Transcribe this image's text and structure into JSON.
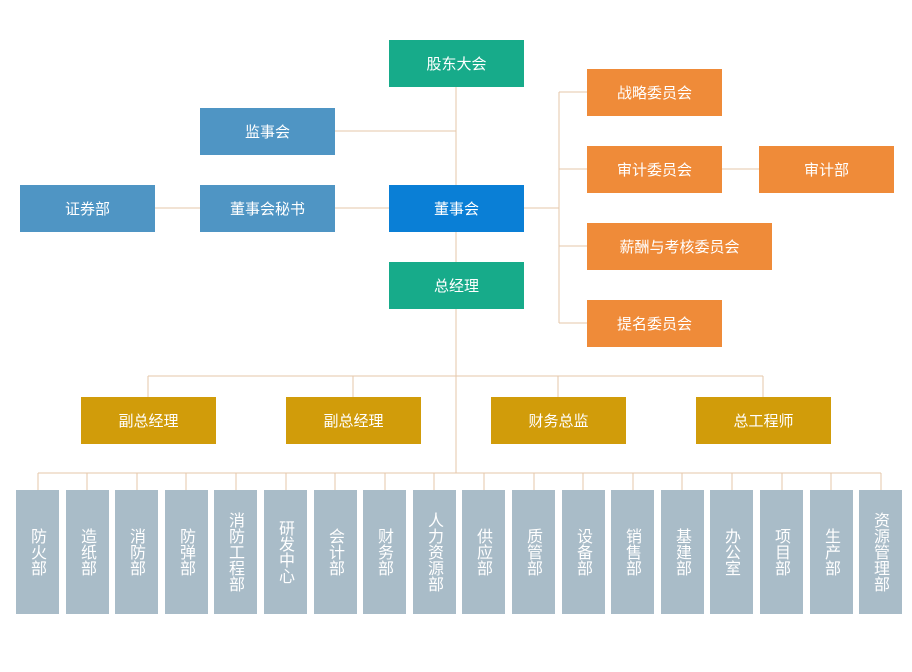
{
  "colors": {
    "line": "#e6c7aa",
    "governance": "#17ab8a",
    "board": "#0a7fd6",
    "support": "#4f95c4",
    "committee": "#ef8b39",
    "executive": "#d19c0a",
    "department": "#a9bcc8"
  },
  "nodes": {
    "shareholders_meeting": "股东大会",
    "supervisory_board": "监事会",
    "board_secretary": "董事会秘书",
    "securities_dept": "证券部",
    "board": "董事会",
    "general_manager": "总经理",
    "strategy_committee": "战略委员会",
    "audit_committee": "审计委员会",
    "audit_dept": "审计部",
    "compensation_committee": "薪酬与考核委员会",
    "nomination_committee": "提名委员会"
  },
  "executives": [
    "副总经理",
    "副总经理",
    "财务总监",
    "总工程师"
  ],
  "departments": [
    "防火部",
    "造纸部",
    "消防部",
    "防弹部",
    "消防工程部",
    "研发中心",
    "会计部",
    "财务部",
    "人力资源部",
    "供应部",
    "质管部",
    "设备部",
    "销售部",
    "基建部",
    "办公室",
    "项目部",
    "生产部",
    "资源管理部"
  ]
}
